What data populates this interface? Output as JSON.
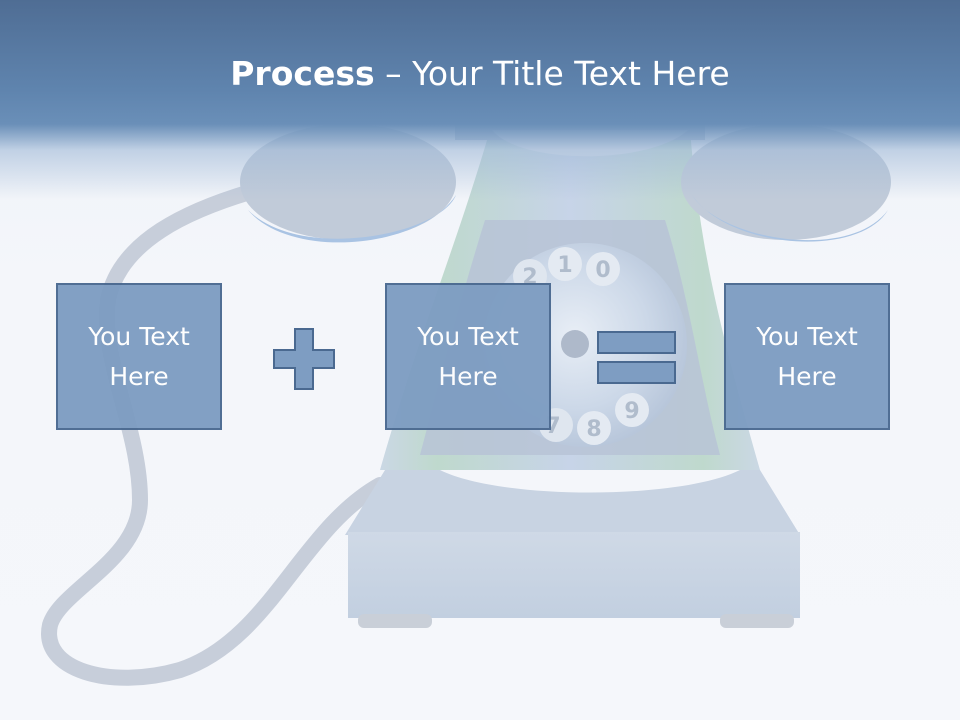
{
  "slide": {
    "title_bold": "Process",
    "title_rest": " – Your Title Text Here"
  },
  "boxes": [
    {
      "text": "You Text Here"
    },
    {
      "text": "You Text Here"
    },
    {
      "text": "You Text Here"
    }
  ],
  "operators": {
    "first": "plus-icon",
    "second": "equals-icon"
  },
  "dial_digits": [
    "2",
    "1",
    "0",
    "9",
    "8",
    "7"
  ],
  "colors": {
    "header": "#5a7ea8",
    "box_fill": "#7e9dc2",
    "box_border": "#4a6990",
    "operator_fill": "#7e9dc2",
    "title_text": "#ffffff"
  }
}
